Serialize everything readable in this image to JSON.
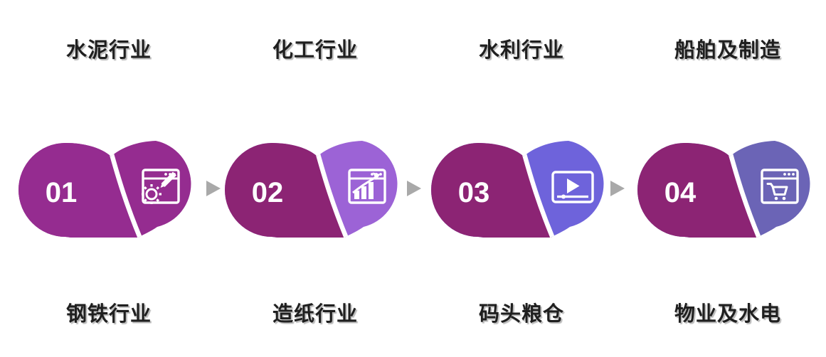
{
  "page": {
    "background": "#ffffff",
    "text_color": "#1f1f1f"
  },
  "arrow": {
    "color": "#a9a9a9",
    "direction": "right"
  },
  "steps": [
    {
      "number": "01",
      "top_label": "水泥行业",
      "bottom_label": "钢铁行业",
      "left_color": "#952C90",
      "right_color": "#952C90",
      "icon": "browser-design-icon"
    },
    {
      "number": "02",
      "top_label": "化工行业",
      "bottom_label": "造纸行业",
      "left_color": "#8C2474",
      "right_color": "#9C63D6",
      "icon": "browser-chart-icon"
    },
    {
      "number": "03",
      "top_label": "水利行业",
      "bottom_label": "码头粮仓",
      "left_color": "#8C2474",
      "right_color": "#6E63DB",
      "icon": "video-player-icon"
    },
    {
      "number": "04",
      "top_label": "船舶及制造",
      "bottom_label": "物业及水电",
      "left_color": "#8C2474",
      "right_color": "#6B64B6",
      "icon": "browser-cart-icon"
    }
  ]
}
